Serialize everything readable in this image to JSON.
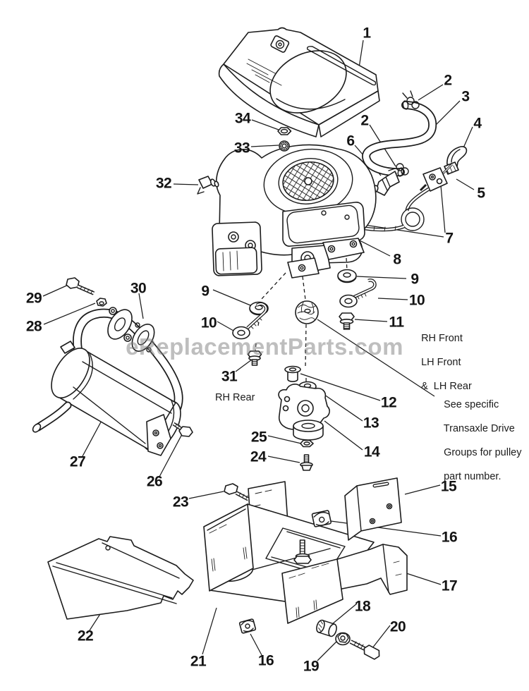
{
  "watermark": "eReplacementParts.com",
  "annotations": {
    "position_group": {
      "line1": "RH Front",
      "line2": "LH Front",
      "line3": "&  LH Rear"
    },
    "rh_rear": "RH Rear",
    "pulley_note": {
      "line1": "See specific",
      "line2": "Transaxle Drive",
      "line3": "Groups for pulley",
      "line4": "part number."
    }
  },
  "callouts": {
    "labels": [
      "1",
      "2",
      "3",
      "4",
      "2",
      "6",
      "5",
      "7",
      "8",
      "34",
      "33",
      "32",
      "9",
      "10",
      "11",
      "9",
      "10",
      "29",
      "28",
      "30",
      "31",
      "12",
      "13",
      "14",
      "25",
      "24",
      "27",
      "26",
      "23",
      "15",
      "16",
      "17",
      "22",
      "21",
      "16",
      "18",
      "19",
      "20"
    ]
  }
}
